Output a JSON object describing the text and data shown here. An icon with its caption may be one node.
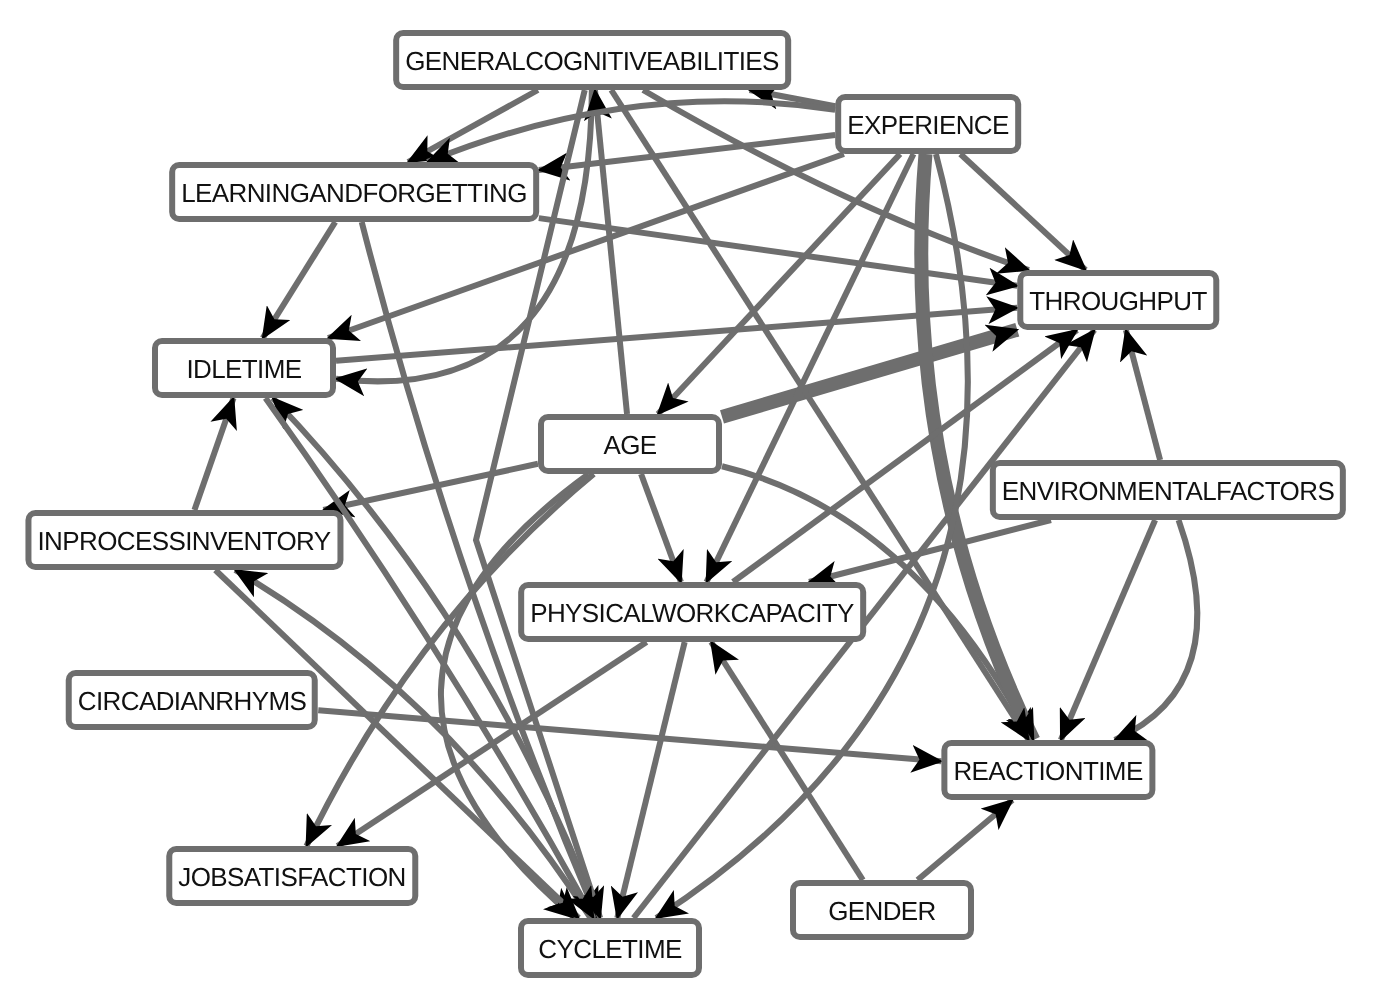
{
  "diagram": {
    "nodes": [
      {
        "text": [
          "GENERALCOGNITIVEABILITIES"
        ]
      },
      {
        "text": [
          "EXPERIENCE"
        ]
      },
      {
        "text": [
          "LEARNINGANDFORGETTING"
        ]
      },
      {
        "text": [
          "THROUGHPUT"
        ]
      },
      {
        "text": [
          "IDLETIME"
        ]
      },
      {
        "text": [
          "AGE"
        ]
      },
      {
        "text": [
          "ENVIRONMENTALFACTORS"
        ]
      },
      {
        "text": [
          "INPROCESSINVENTORY"
        ]
      },
      {
        "text": [
          "PHYSICALWORKCAPACITY"
        ]
      },
      {
        "text": [
          "CIRCADIANRHYMS"
        ]
      },
      {
        "text": [
          "REACTIONTIME"
        ]
      },
      {
        "text": [
          "JOBSATISFACTION"
        ]
      },
      {
        "text": [
          "GENDER"
        ]
      },
      {
        "text": [
          "CYCLETIME"
        ]
      }
    ],
    "edges": [
      {
        "from": 1,
        "to": 0,
        "arrow": "to"
      },
      {
        "from": 1,
        "to": 2,
        "arrow": "to"
      },
      {
        "from": 1,
        "to": 3,
        "arrow": "to"
      },
      {
        "from": 0,
        "to": 2,
        "arrow": "to"
      },
      {
        "from": 0,
        "to": 3,
        "arrow": "to"
      },
      {
        "from": 0,
        "to": 4,
        "arrow": "to"
      },
      {
        "from": 2,
        "to": 4,
        "arrow": "to"
      },
      {
        "from": 1,
        "to": 4,
        "arrow": "to"
      },
      {
        "from": 5,
        "to": 0,
        "arrow": "to"
      },
      {
        "from": 1,
        "to": 2,
        "arrow": "to"
      },
      {
        "from": 2,
        "to": 3,
        "arrow": "to"
      },
      {
        "from": 4,
        "to": 3,
        "arrow": "to"
      },
      {
        "from": 5,
        "to": 3,
        "arrow": "to",
        "style": "thick"
      },
      {
        "from": 5,
        "to": 7,
        "arrow": "to"
      },
      {
        "from": 1,
        "to": 5,
        "arrow": "to"
      },
      {
        "from": 7,
        "to": 4,
        "arrow": "to"
      },
      {
        "from": 13,
        "to": 4,
        "arrow": "to"
      },
      {
        "from": 5,
        "to": 8,
        "arrow": "to"
      },
      {
        "from": 5,
        "to": 10,
        "arrow": "to"
      },
      {
        "from": 5,
        "to": 13,
        "arrow": "to"
      },
      {
        "from": 13,
        "to": 7,
        "arrow": "to"
      },
      {
        "from": 8,
        "to": 13,
        "arrow": "to"
      },
      {
        "from": 8,
        "to": 11,
        "arrow": "to"
      },
      {
        "from": 5,
        "to": 11,
        "arrow": "to"
      },
      {
        "from": 6,
        "to": 8,
        "arrow": "to"
      },
      {
        "from": 6,
        "to": 10,
        "arrow": "to"
      },
      {
        "from": 6,
        "to": 10,
        "arrow": "to"
      },
      {
        "from": 6,
        "to": 3,
        "arrow": "to"
      },
      {
        "from": 1,
        "to": 10,
        "arrow": "to",
        "style": "thick"
      },
      {
        "from": 0,
        "to": 10,
        "arrow": "to"
      },
      {
        "from": 9,
        "to": 10,
        "arrow": "to"
      },
      {
        "from": 12,
        "to": 10,
        "arrow": "to"
      },
      {
        "from": 12,
        "to": 8,
        "arrow": "to"
      },
      {
        "from": 13,
        "to": 3,
        "arrow": "to"
      },
      {
        "from": 8,
        "to": 3,
        "arrow": "to"
      },
      {
        "from": 7,
        "to": 13,
        "arrow": "to"
      },
      {
        "from": 2,
        "to": 13,
        "arrow": "to"
      },
      {
        "from": 0,
        "to": 13,
        "arrow": "to"
      },
      {
        "from": 1,
        "to": 13,
        "arrow": "to"
      },
      {
        "from": 4,
        "to": 13,
        "arrow": "to"
      },
      {
        "from": 1,
        "to": 8,
        "arrow": "to"
      }
    ]
  }
}
